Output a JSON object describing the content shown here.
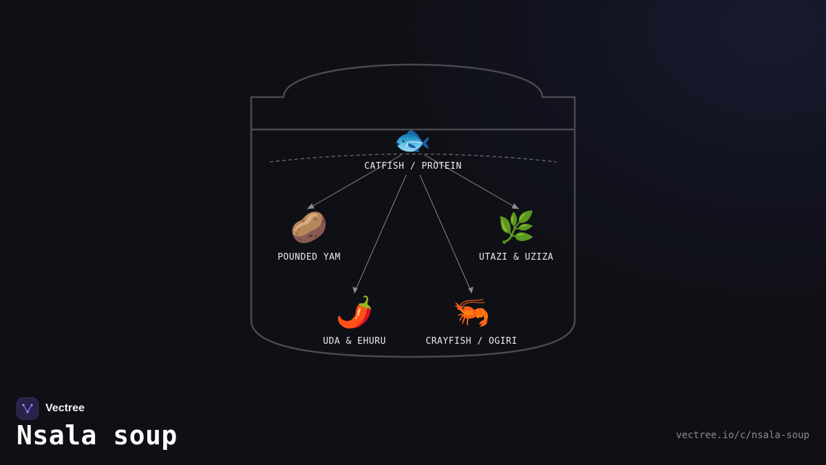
{
  "diagram": {
    "root": {
      "icon": "🐟",
      "icon_name": "fish-icon",
      "label": "CATFISH / PROTEIN"
    },
    "children": [
      {
        "icon": "🥔",
        "icon_name": "potato-icon",
        "label": "POUNDED YAM"
      },
      {
        "icon": "🌿",
        "icon_name": "herb-icon",
        "label": "UTAZI & UZIZA"
      },
      {
        "icon": "🌶️",
        "icon_name": "chili-pepper-icon",
        "label": "UDA & EHURU"
      },
      {
        "icon": "🦐",
        "icon_name": "shrimp-icon",
        "label": "CRAYFISH / OGIRI"
      }
    ]
  },
  "brand": {
    "name": "Vectree",
    "logo_icon": "tree-branch-icon",
    "accent": "#8b5cf6"
  },
  "page": {
    "title": "Nsala soup",
    "url": "vectree.io/c/nsala-soup"
  },
  "colors": {
    "outline": "#4a4a4f",
    "edge": "#8a8a90",
    "text": "#ececef"
  }
}
